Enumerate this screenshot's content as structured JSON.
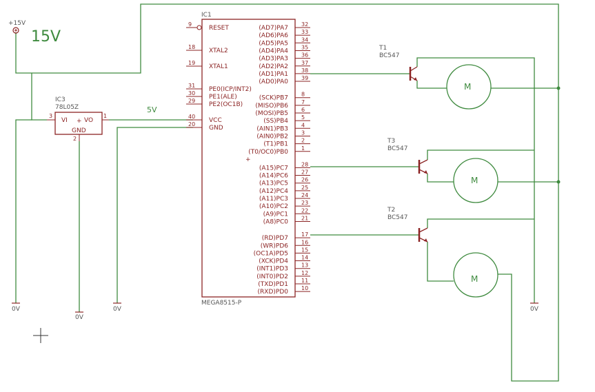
{
  "power": {
    "label": "+15V",
    "big_label": "15V",
    "vcc_label": "5V"
  },
  "ground_label": "0V",
  "ic1": {
    "name": "IC1",
    "part": "MEGA8515-P",
    "left_pins": [
      {
        "num": "9",
        "label": "RESET"
      },
      {
        "num": "18",
        "label": "XTAL2"
      },
      {
        "num": "19",
        "label": "XTAL1"
      },
      {
        "num": "31",
        "label": "PE0(ICP/INT2)"
      },
      {
        "num": "30",
        "label": "PE1(ALE)"
      },
      {
        "num": "29",
        "label": "PE2(OC1B)"
      },
      {
        "num": "40",
        "label": "VCC"
      },
      {
        "num": "20",
        "label": "GND"
      }
    ],
    "right_pins": [
      {
        "num": "32",
        "label": "(AD7)PA7"
      },
      {
        "num": "33",
        "label": "(AD6)PA6"
      },
      {
        "num": "34",
        "label": "(AD5)PA5"
      },
      {
        "num": "35",
        "label": "(AD4)PA4"
      },
      {
        "num": "36",
        "label": "(AD3)PA3"
      },
      {
        "num": "37",
        "label": "(AD2)PA2"
      },
      {
        "num": "38",
        "label": "(AD1)PA1"
      },
      {
        "num": "39",
        "label": "(AD0)PA0"
      },
      {
        "num": "8",
        "label": "(SCK)PB7"
      },
      {
        "num": "7",
        "label": "(MISO)PB6"
      },
      {
        "num": "6",
        "label": "(MOSI)PB5"
      },
      {
        "num": "5",
        "label": "(SS)PB4"
      },
      {
        "num": "4",
        "label": "(AIN1)PB3"
      },
      {
        "num": "3",
        "label": "(AIN0)PB2"
      },
      {
        "num": "2",
        "label": "(T1)PB1"
      },
      {
        "num": "1",
        "label": "(T0/OC0)PB0"
      },
      {
        "num": "28",
        "label": "(A15)PC7"
      },
      {
        "num": "27",
        "label": "(A14)PC6"
      },
      {
        "num": "26",
        "label": "(A13)PC5"
      },
      {
        "num": "25",
        "label": "(A12)PC4"
      },
      {
        "num": "24",
        "label": "(A11)PC3"
      },
      {
        "num": "23",
        "label": "(A10)PC2"
      },
      {
        "num": "22",
        "label": "(A9)PC1"
      },
      {
        "num": "21",
        "label": "(A8)PC0"
      },
      {
        "num": "17",
        "label": "(RD)PD7"
      },
      {
        "num": "16",
        "label": "(WR)PD6"
      },
      {
        "num": "15",
        "label": "(OC1A)PD5"
      },
      {
        "num": "14",
        "label": "(XCK)PD4"
      },
      {
        "num": "13",
        "label": "(INT1)PD3"
      },
      {
        "num": "12",
        "label": "(INT0)PD2"
      },
      {
        "num": "11",
        "label": "(TXD)PD1"
      },
      {
        "num": "10",
        "label": "(RXD)PD0"
      }
    ]
  },
  "ic3": {
    "name": "IC3",
    "part": "78L05Z",
    "vi_label": "VI",
    "vo_label": "VO",
    "gnd_label": "GND",
    "plus_label": "+",
    "pin_vi": "3",
    "pin_vo": "1",
    "pin_gnd": "2"
  },
  "transistors": [
    {
      "name": "T1",
      "part": "BC547"
    },
    {
      "name": "T3",
      "part": "BC547"
    },
    {
      "name": "T2",
      "part": "BC547"
    }
  ],
  "motor_label": "M",
  "origin_marker": "+"
}
